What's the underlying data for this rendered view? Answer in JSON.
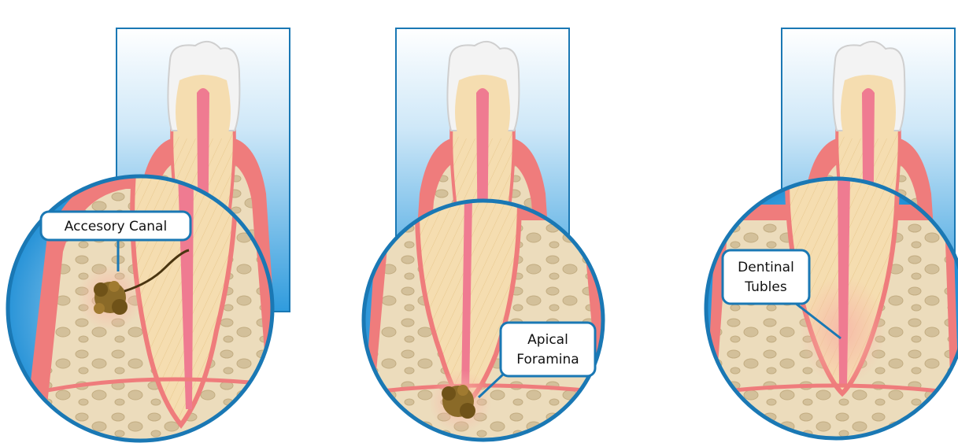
{
  "panels": [
    {
      "label_lines": [
        "Accesory Canal"
      ]
    },
    {
      "label_lines": [
        "Apical",
        "Foramina"
      ]
    },
    {
      "label_lines": [
        "Dentinal",
        "Tubles"
      ]
    }
  ],
  "colors": {
    "frame_blue": "#1a78b4",
    "sky_top": "#ffffff",
    "sky_bottom": "#33a0e0",
    "gum": "#ef7c7c",
    "gum_dark": "#e05a63",
    "bone": "#ecdcbc",
    "dentin": "#f5ddb0",
    "pulp": "#ef7b91",
    "enamel": "#f2f2f2",
    "infection": "#7a5a20"
  }
}
